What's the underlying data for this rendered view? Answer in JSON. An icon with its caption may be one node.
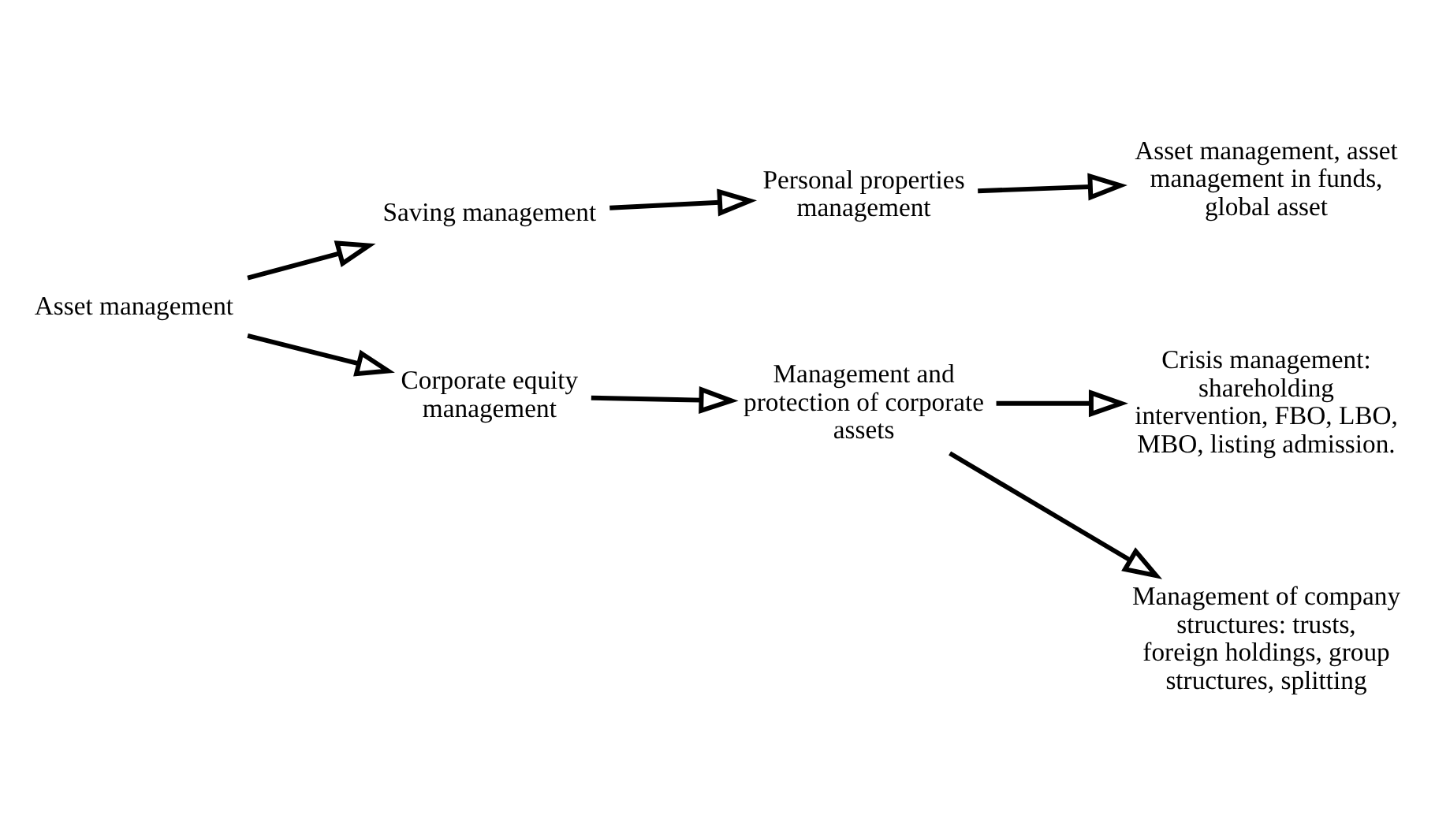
{
  "diagram": {
    "nodes": [
      {
        "text": [
          "Asset management"
        ]
      },
      {
        "text": [
          "Saving management"
        ]
      },
      {
        "text": [
          "Personal properties management"
        ]
      },
      {
        "text": [
          "Asset management, asset management in funds, global asset"
        ]
      },
      {
        "text": [
          "Corporate equity management"
        ]
      },
      {
        "text": [
          "Management and protection of corporate assets"
        ]
      },
      {
        "text": [
          "Crisis management: shareholding intervention, FBO, LBO, MBO, listing admission."
        ]
      },
      {
        "text": [
          "Management of company structures: trusts, foreign holdings, group structures, splitting"
        ]
      }
    ],
    "edges": [
      {
        "from": 0,
        "to": 1,
        "arrow": "to"
      },
      {
        "from": 1,
        "to": 2,
        "arrow": "to"
      },
      {
        "from": 2,
        "to": 3,
        "arrow": "to"
      },
      {
        "from": 0,
        "to": 4,
        "arrow": "to"
      },
      {
        "from": 4,
        "to": 5,
        "arrow": "to"
      },
      {
        "from": 5,
        "to": 6,
        "arrow": "to"
      },
      {
        "from": 5,
        "to": 7,
        "arrow": "to"
      }
    ]
  }
}
